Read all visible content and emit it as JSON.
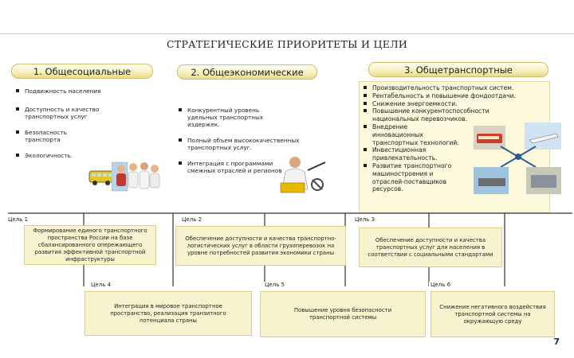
{
  "title": "СТРАТЕГИЧЕСКИЕ ПРИОРИТЕТЫ И ЦЕЛИ",
  "categories": [
    {
      "header": "1. Общесоциальные",
      "bullets": [
        "Подвижность населения",
        "Доступность и качество транспортных услуг",
        "Безопасность транспорта",
        "Экологичность."
      ]
    },
    {
      "header": "2. Общеэкономические",
      "bullets": [
        "Конкурентный уровень удельных транспортных издержек.",
        "Полный объем высококачественных транспортных услуг.",
        "Интеграция с программами смежных отраслей и регионов"
      ]
    },
    {
      "header": "3. Общетранспортные",
      "bullets": [
        "Производительность транспортных систем.",
        "Рентабельность и повышение фондоотдачи.",
        "Снижение энергоемкости.",
        "Повышение конкурентоспособности национальных перевозчиков.",
        "Внедрение инновационных транспортных технологий.",
        "Инвестиционная привлекательность.",
        "Развитие транспортного машиностроения и отраслей-поставщиков ресурсов."
      ]
    }
  ],
  "goals": [
    {
      "label": "Цель 1",
      "text": "Формирование единого транспортного пространства России на базе сбалансированного опережающего развития эффективной транспортной инфраструктуры"
    },
    {
      "label": "Цель 2",
      "text": "Обеспечение доступности и качества транспортно-логистических услуг в области грузоперевозок на уровне потребностей развития экономики страны"
    },
    {
      "label": "Цель 3",
      "text": "Обеспечение доступности и качества транспортных услуг для населения в соответствии с социальными стандартами"
    },
    {
      "label": "Цель 4",
      "text": "Интеграция в мировое транспортное пространство, реализация транзитного потенциала страны"
    },
    {
      "label": "Цель 5",
      "text": "Повышение уровня безопасности транспортной системы"
    },
    {
      "label": "Цель 6",
      "text": "Снижение негативного воздействия транспортной системы на окружающую среду"
    }
  ],
  "page_number": "7",
  "icons": [
    "bus-icon",
    "people-icon",
    "worker-icon",
    "transport-photo-collage"
  ],
  "colors": {
    "header_fill": "#f6f0bf",
    "panel_fill": "#fbf8dc",
    "line": "#333333",
    "page_number": "#1b2e6a"
  }
}
